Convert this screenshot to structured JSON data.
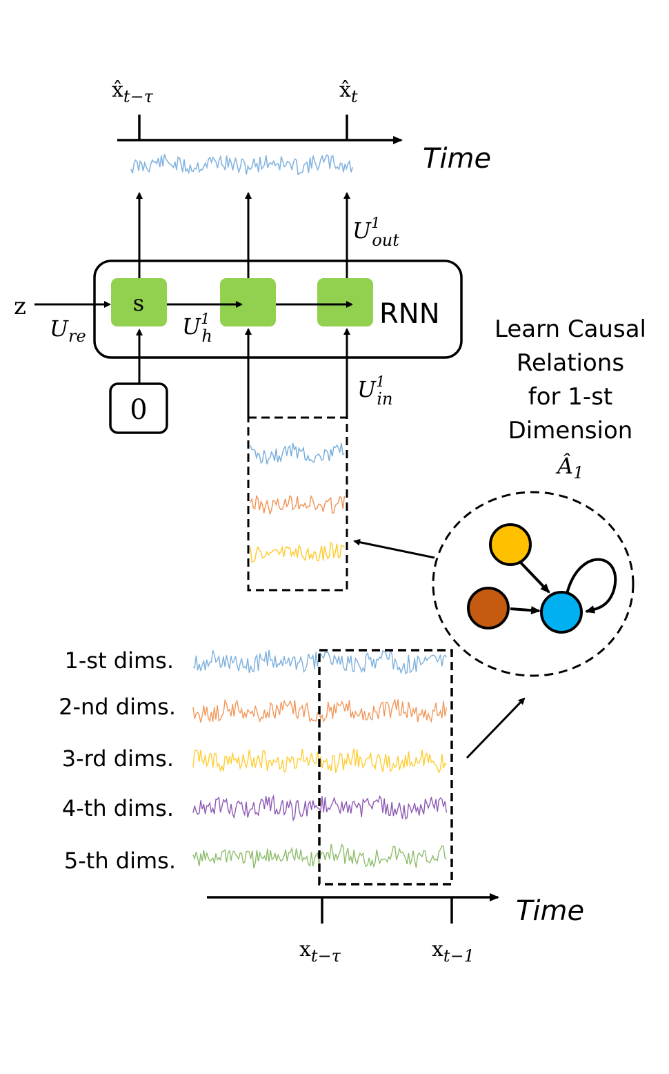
{
  "top_axis": {
    "label": "Time",
    "tick_left": {
      "base": "x̂",
      "sub": "t−τ"
    },
    "tick_right": {
      "base": "x̂",
      "sub": "t"
    }
  },
  "rnn": {
    "label": "RNN",
    "cell_label": "s",
    "input_z": "z",
    "u_re": {
      "base": "U",
      "sub": "re"
    },
    "u_h": {
      "base": "U",
      "sup": "1",
      "sub": "h"
    },
    "u_out": {
      "base": "U",
      "sup": "1",
      "sub": "out"
    },
    "u_in": {
      "base": "U",
      "sup": "1",
      "sub": "in"
    },
    "init_state": "0"
  },
  "causal": {
    "lines": [
      "Learn Causal",
      "Relations",
      "for 1-st",
      "Dimension"
    ],
    "symbol": {
      "base": "Â",
      "sub": "1"
    },
    "node_colors": [
      "#ffc000",
      "#c55a11",
      "#00b0f0"
    ]
  },
  "dims": {
    "labels": [
      "1-st dims.",
      "2-nd dims.",
      "3-rd dims.",
      "4-th dims.",
      "5-th dims."
    ],
    "colors": [
      "#5b9bd5",
      "#ed7d31",
      "#ffc000",
      "#7030a0",
      "#70ad47"
    ]
  },
  "bottom_axis": {
    "label": "Time",
    "tick_left": {
      "base": "x",
      "sub": "t−τ"
    },
    "tick_right": {
      "base": "x",
      "sub": "t−1"
    }
  }
}
